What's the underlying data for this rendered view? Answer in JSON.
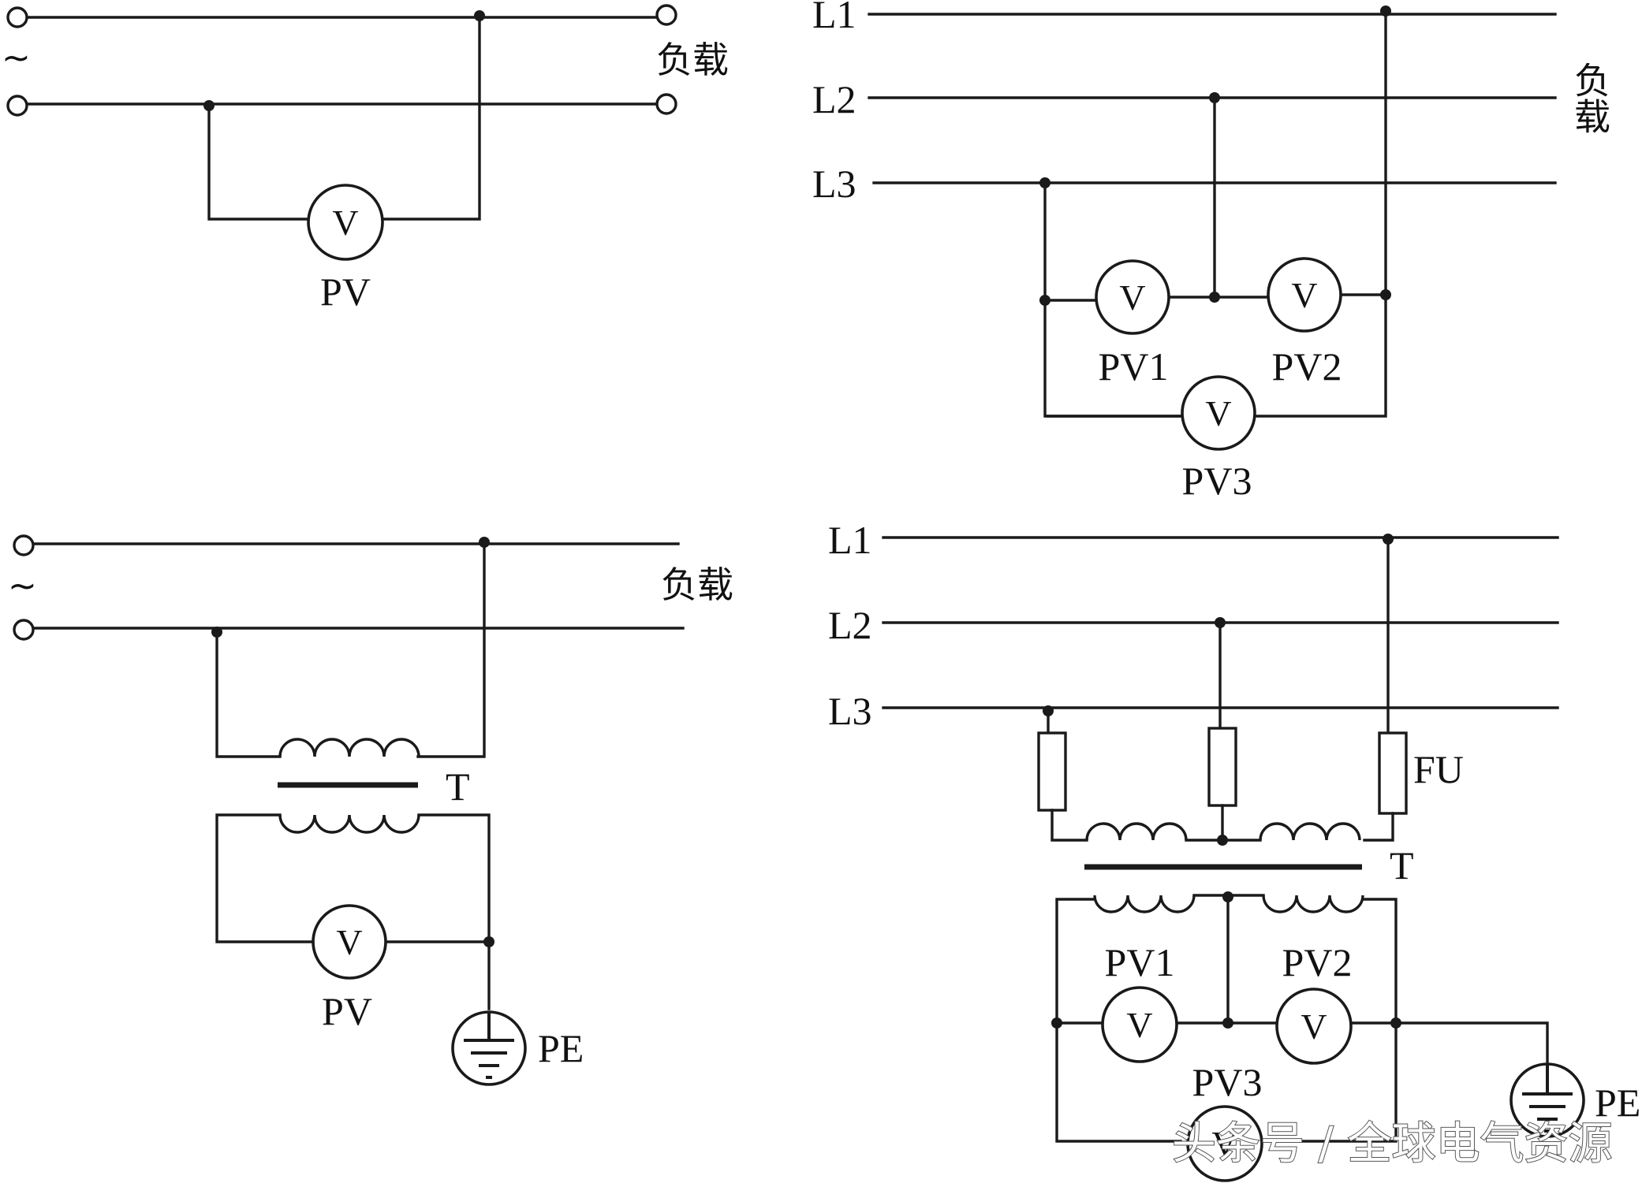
{
  "diagrams": {
    "single_direct": {
      "ac_symbol": "~",
      "load_label": "负载",
      "meter_letter": "V",
      "meter_label": "PV"
    },
    "three_direct": {
      "phase_labels": [
        "L1",
        "L2",
        "L3"
      ],
      "load_label": "负载",
      "meter_letter": "V",
      "meter_labels": [
        "PV1",
        "PV2",
        "PV3"
      ]
    },
    "single_pt": {
      "ac_symbol": "~",
      "load_label": "负载",
      "transformer_label": "T",
      "meter_letter": "V",
      "meter_label": "PV",
      "ground_label": "PE"
    },
    "three_pt": {
      "phase_labels": [
        "L1",
        "L2",
        "L3"
      ],
      "fuse_label": "FU",
      "transformer_label": "T",
      "meter_letter": "V",
      "meter_labels": [
        "PV1",
        "PV2",
        "PV3"
      ],
      "ground_label": "PE"
    }
  },
  "watermark": "头条号 / 全球电气资源"
}
